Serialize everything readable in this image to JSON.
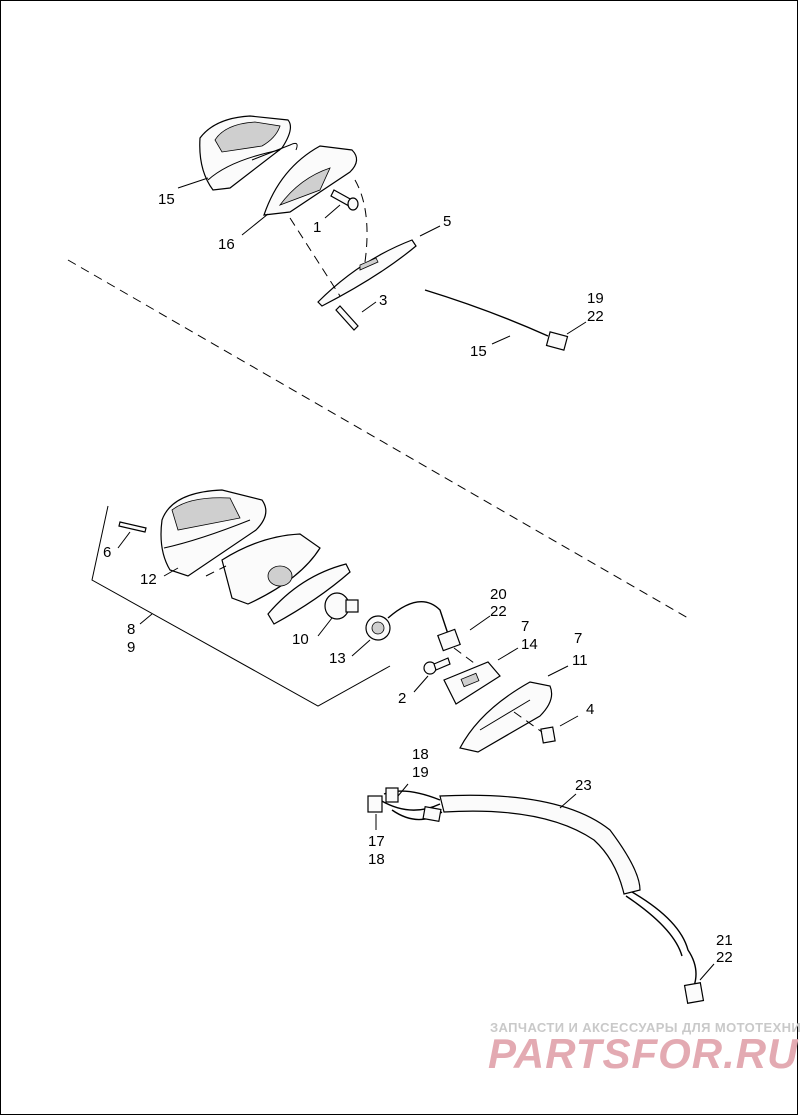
{
  "callouts": {
    "c15a": "15",
    "c16": "16",
    "c1": "1",
    "c5": "5",
    "c3": "3",
    "c19a": "19",
    "c22a": "22",
    "c15b": "15",
    "c6": "6",
    "c12": "12",
    "c8": "8",
    "c9": "9",
    "c10": "10",
    "c13": "13",
    "c20": "20",
    "c22b": "22",
    "c7a": "7",
    "c14": "14",
    "c7b": "7",
    "c11": "11",
    "c2": "2",
    "c4": "4",
    "c18a": "18",
    "c19b": "19",
    "c23": "23",
    "c17": "17",
    "c18b": "18",
    "c21": "21",
    "c22c": "22"
  },
  "watermark": {
    "tagline": "ЗАПЧАСТИ И АКСЕССУАРЫ ДЛЯ МОТОТЕХНИКИ",
    "brand": "PARTSFOR.RU"
  },
  "colors": {
    "ink": "#000000",
    "background": "#ffffff",
    "watermark_brand": "#e3aab2"
  }
}
